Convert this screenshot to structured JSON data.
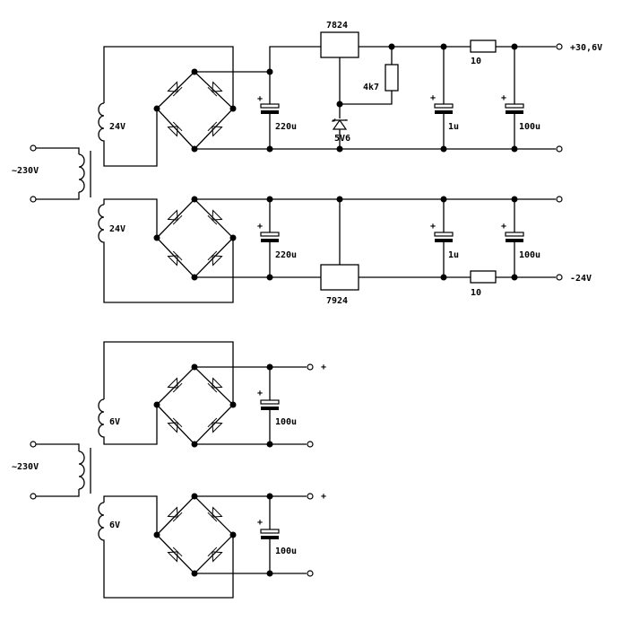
{
  "supply_24": {
    "primary_label": "~230V",
    "secondary_top_label": "24V",
    "secondary_bottom_label": "24V",
    "pos_regulator": "7824",
    "neg_regulator": "7924",
    "pos_filter_cap": "220u",
    "neg_filter_cap": "220u",
    "zener": "5V6",
    "bias_resistor": "4k7",
    "pos_out_cap_small": "1u",
    "pos_out_cap_large": "100u",
    "neg_out_cap_small": "1u",
    "neg_out_cap_large": "100u",
    "pos_series_resistor": "10",
    "neg_series_resistor": "10",
    "pos_output": "+30,6V",
    "neg_output": "-24V"
  },
  "supply_6": {
    "primary_label": "~230V",
    "secondary_top_label": "6V",
    "secondary_bottom_label": "6V",
    "cap_top": "100u",
    "cap_bottom": "100u",
    "plus_top": "+",
    "plus_bottom": "+"
  },
  "cap_polarity": "+"
}
